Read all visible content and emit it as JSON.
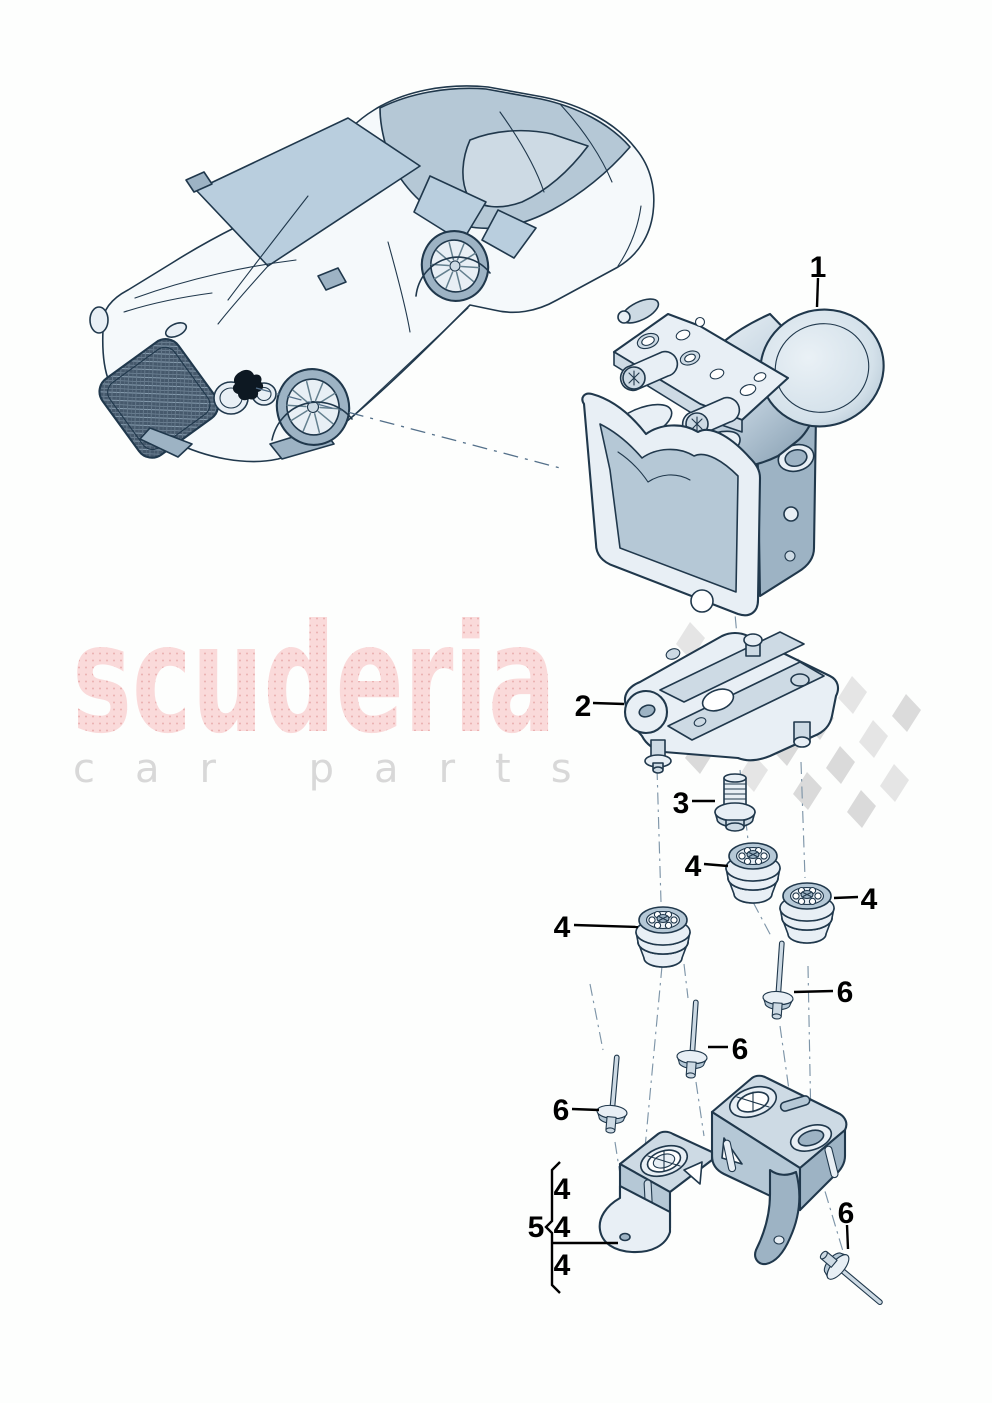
{
  "watermark": {
    "brand": "scuderia",
    "tagline": "car parts"
  },
  "callouts": {
    "abs_unit": "1",
    "mounting_bracket": "2",
    "screw": "3",
    "grommet": "4",
    "bracket_assembly": "5",
    "pin": "6"
  },
  "bracket_assembly_items": [
    "4",
    "4",
    "4"
  ],
  "colors": {
    "line": "#20384c",
    "body": "#f5f9fb",
    "light": "#e8eff5",
    "mid": "#cddae4",
    "med": "#b5c8d6",
    "dark": "#9db3c4",
    "glass": "#b9cede",
    "centerline": "#7e95a8",
    "dash_leader": "#54708a",
    "flag_gray": "#d9d9d9",
    "flag_gray_light": "#e4e4e4",
    "wm_pink_bg": "#fadada",
    "wm_pink_dot": "#eab0b0",
    "wm_gray": "#d8d8d8",
    "label": "#000000",
    "page_bg": "#fdfefd"
  }
}
